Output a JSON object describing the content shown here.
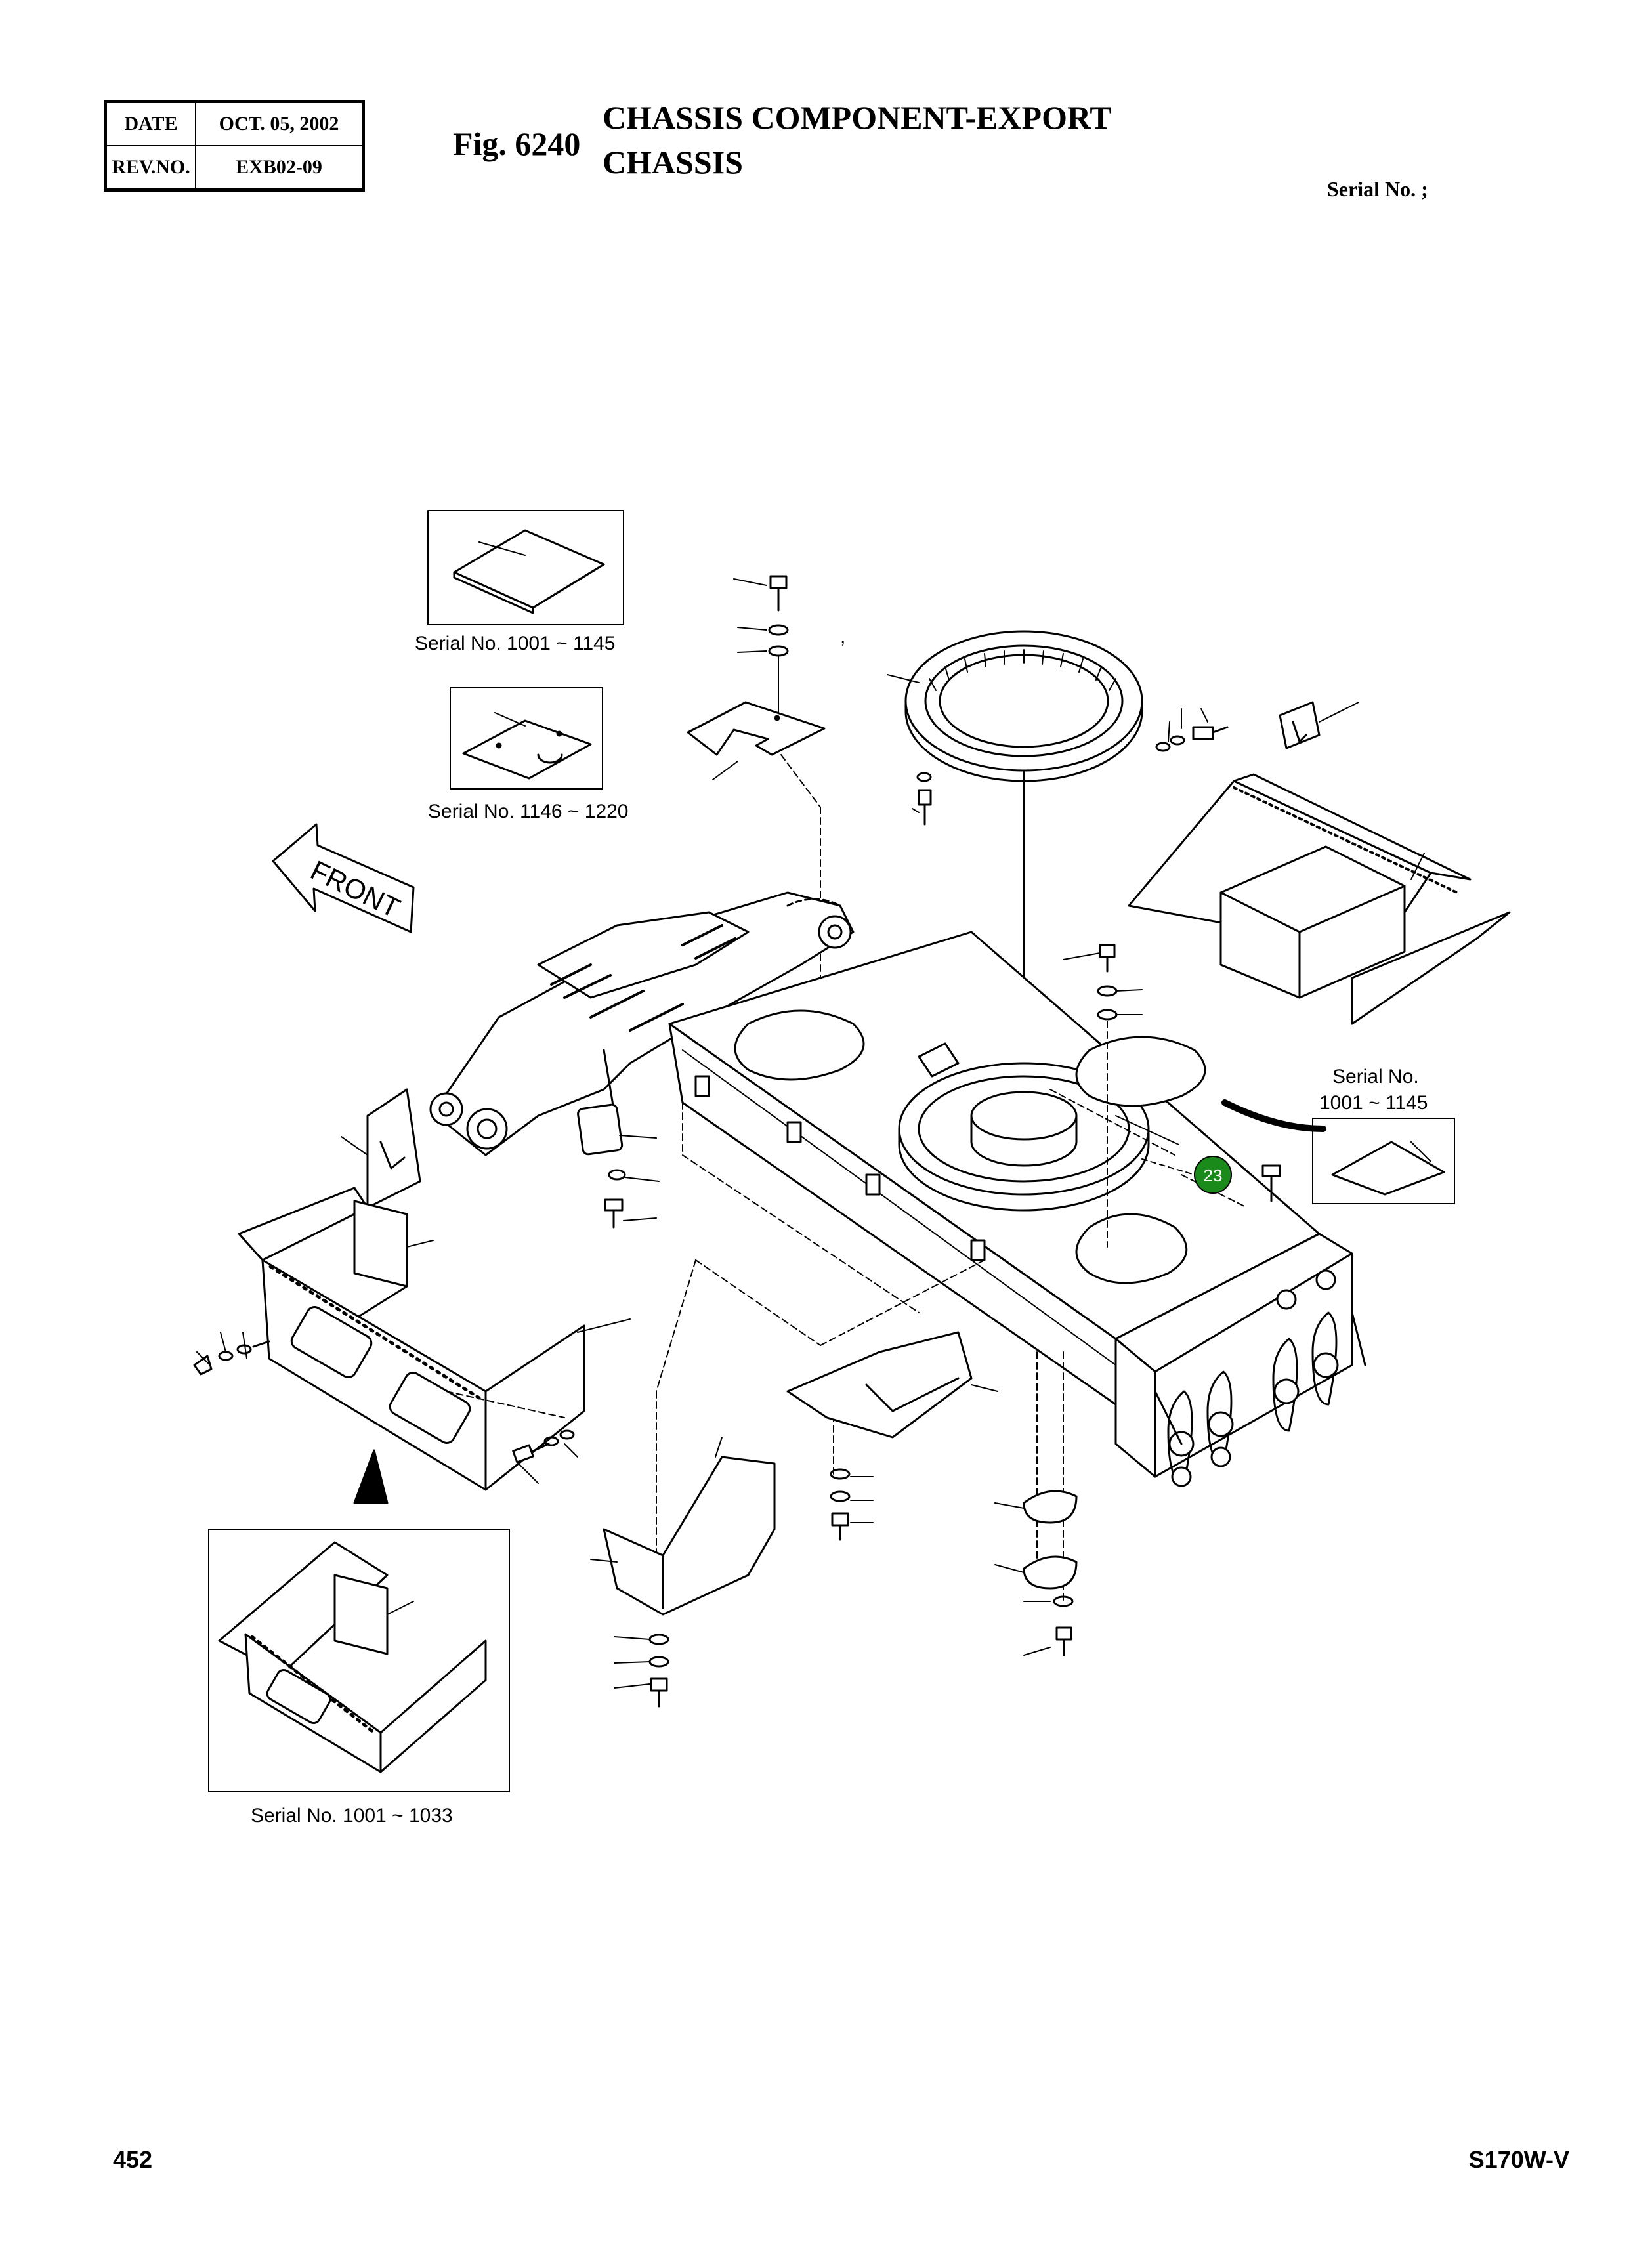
{
  "header": {
    "date_label": "DATE",
    "date_value": "OCT. 05, 2002",
    "rev_label": "REV.NO.",
    "rev_value": "EXB02-09",
    "fig_label": "Fig. 6240",
    "title_line1": "CHASSIS COMPONENT-EXPORT",
    "title_line2": "CHASSIS",
    "serial": "Serial No. ;"
  },
  "callouts": {
    "top_cover": "Serial No. 1001 ~ 1145",
    "second_cover": "Serial No. 1146 ~ 1220",
    "right_cover_line1": "Serial No.",
    "right_cover_line2": "1001 ~ 1145",
    "bottom_inset": "Serial No. 1001 ~ 1033",
    "front_arrow": "FRONT",
    "highlight_number": "23",
    "tick": ","
  },
  "colors": {
    "highlight": "#1a8a1a"
  },
  "footer": {
    "page_number": "452",
    "model": "S170W-V"
  }
}
